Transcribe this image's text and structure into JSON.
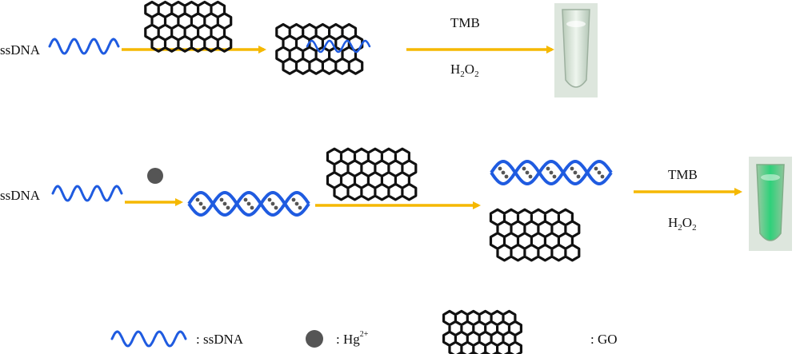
{
  "row1": {
    "ssdna_label": "ssDNA",
    "reagent_top": "TMB",
    "reagent_bottom_main": "H",
    "reagent_bottom_sub1": "2",
    "reagent_bottom_mid": "O",
    "reagent_bottom_sub2": "2"
  },
  "row2": {
    "ssdna_label": "ssDNA",
    "reagent_top": "TMB",
    "reagent_bottom_main": "H",
    "reagent_bottom_sub1": "2",
    "reagent_bottom_mid": "O",
    "reagent_bottom_sub2": "2"
  },
  "legend": {
    "ssdna": ": ssDNA",
    "hg_prefix": ": Hg",
    "hg_sup": "2+",
    "go": ": GO"
  },
  "colors": {
    "arrow": "#f5b800",
    "dna": "#1f5be0",
    "hex": "#111111",
    "hg": "#555555",
    "tube_clear": "#cfe3d8",
    "tube_green": "#2fd17a"
  }
}
